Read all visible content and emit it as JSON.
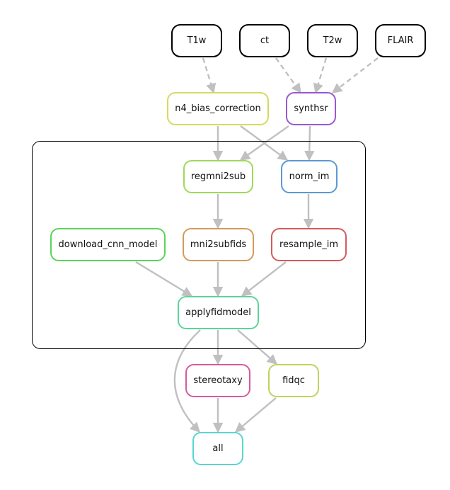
{
  "diagram": {
    "edge_color": "#c0c0c0",
    "cluster": {
      "label": ""
    },
    "nodes": [
      {
        "id": "T1w",
        "label": "T1w",
        "color": "#000000",
        "kind": "input"
      },
      {
        "id": "ct",
        "label": "ct",
        "color": "#000000",
        "kind": "input"
      },
      {
        "id": "T2w",
        "label": "T2w",
        "color": "#000000",
        "kind": "input"
      },
      {
        "id": "FLAIR",
        "label": "FLAIR",
        "color": "#000000",
        "kind": "input"
      },
      {
        "id": "n4_bias_correction",
        "label": "n4_bias_correction",
        "color": "#d6d960",
        "kind": "rule"
      },
      {
        "id": "synthsr",
        "label": "synthsr",
        "color": "#9a57d2",
        "kind": "rule"
      },
      {
        "id": "regmni2sub",
        "label": "regmni2sub",
        "color": "#9ed95a",
        "kind": "rule"
      },
      {
        "id": "norm_im",
        "label": "norm_im",
        "color": "#5b99d4",
        "kind": "rule"
      },
      {
        "id": "download_cnn_model",
        "label": "download_cnn_model",
        "color": "#5bd45b",
        "kind": "rule"
      },
      {
        "id": "mni2subfids",
        "label": "mni2subfids",
        "color": "#d49a5b",
        "kind": "rule"
      },
      {
        "id": "resample_im",
        "label": "resample_im",
        "color": "#d45b5b",
        "kind": "rule"
      },
      {
        "id": "applyfidmodel",
        "label": "applyfidmodel",
        "color": "#5bd499",
        "kind": "rule"
      },
      {
        "id": "stereotaxy",
        "label": "stereotaxy",
        "color": "#d45ba0",
        "kind": "rule"
      },
      {
        "id": "fidqc",
        "label": "fidqc",
        "color": "#bdd45b",
        "kind": "rule"
      },
      {
        "id": "all",
        "label": "all",
        "color": "#5bd4d4",
        "kind": "rule"
      }
    ],
    "edges": [
      {
        "from": "T1w",
        "to": "n4_bias_correction",
        "style": "dashed"
      },
      {
        "from": "ct",
        "to": "synthsr",
        "style": "dashed"
      },
      {
        "from": "T2w",
        "to": "synthsr",
        "style": "dashed"
      },
      {
        "from": "FLAIR",
        "to": "synthsr",
        "style": "dashed"
      },
      {
        "from": "n4_bias_correction",
        "to": "regmni2sub",
        "style": "solid"
      },
      {
        "from": "n4_bias_correction",
        "to": "norm_im",
        "style": "solid"
      },
      {
        "from": "synthsr",
        "to": "regmni2sub",
        "style": "solid"
      },
      {
        "from": "synthsr",
        "to": "norm_im",
        "style": "solid"
      },
      {
        "from": "regmni2sub",
        "to": "mni2subfids",
        "style": "solid"
      },
      {
        "from": "norm_im",
        "to": "resample_im",
        "style": "solid"
      },
      {
        "from": "download_cnn_model",
        "to": "applyfidmodel",
        "style": "solid"
      },
      {
        "from": "mni2subfids",
        "to": "applyfidmodel",
        "style": "solid"
      },
      {
        "from": "resample_im",
        "to": "applyfidmodel",
        "style": "solid"
      },
      {
        "from": "applyfidmodel",
        "to": "stereotaxy",
        "style": "solid"
      },
      {
        "from": "applyfidmodel",
        "to": "fidqc",
        "style": "solid"
      },
      {
        "from": "applyfidmodel",
        "to": "all",
        "style": "solid"
      },
      {
        "from": "stereotaxy",
        "to": "all",
        "style": "solid"
      },
      {
        "from": "fidqc",
        "to": "all",
        "style": "solid"
      }
    ]
  }
}
